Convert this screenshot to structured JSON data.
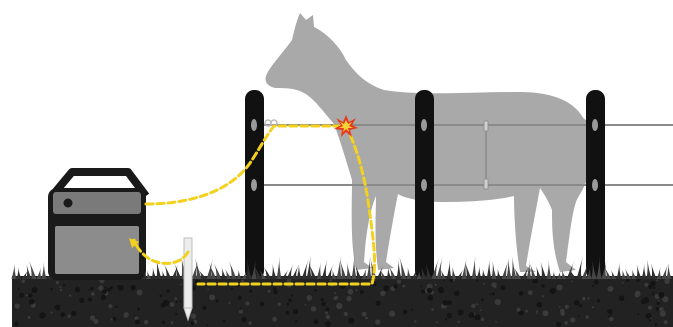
{
  "diagram": {
    "subject": "electric-fence-circuit",
    "components": [
      "energizer",
      "fence-post",
      "fence-wire",
      "horse",
      "ground-rod",
      "soil",
      "grass",
      "spark"
    ],
    "colors": {
      "post": "#111111",
      "energizer_body": "#1a1a1a",
      "energizer_panel": "#8c8c8c",
      "horse": "#a9a9a9",
      "wire": "#8a8a8a",
      "current_path": "#f2d11f",
      "spark": "#e8391b",
      "soil": "#222222",
      "grass": "#2f2f2f",
      "ground_rod": "#ededed"
    }
  }
}
